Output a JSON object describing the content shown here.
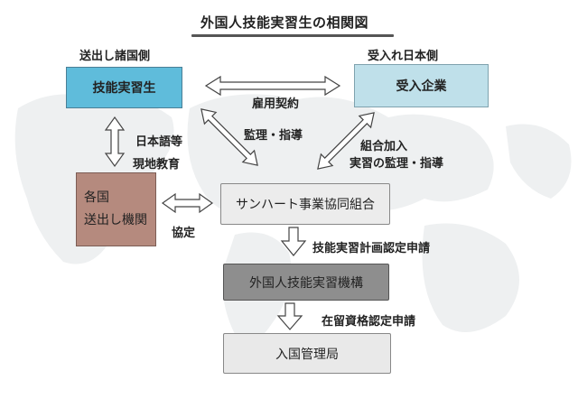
{
  "title": "外国人技能実習生の相関図",
  "sides": {
    "sending": "送出し諸国側",
    "receiving": "受入れ日本側"
  },
  "boxes": {
    "trainee": "技能実習生",
    "company": "受入企業",
    "sending_org_line1": "各国",
    "sending_org_line2": "送出し機関",
    "union": "サンハート事業協同組合",
    "otit": "外国人技能実習機構",
    "immigration": "入国管理局"
  },
  "relations": {
    "employment_contract": "雇用契約",
    "supervision": "監理・指導",
    "education_line1": "日本語等",
    "education_line2": "現地教育",
    "membership_line1": "組合加入",
    "membership_line2": "実習の監理・指導",
    "agreement": "協定",
    "plan_application": "技能実習計画認定申請",
    "status_application": "在留資格認定申請"
  },
  "colors": {
    "trainee_box": "#5fbcdb",
    "company_box": "#bfe0ea",
    "sending_box": "#b58a7e",
    "union_box": "#ececec",
    "otit_box": "#8e8e8e",
    "immigration_box": "#e9e9e9"
  }
}
